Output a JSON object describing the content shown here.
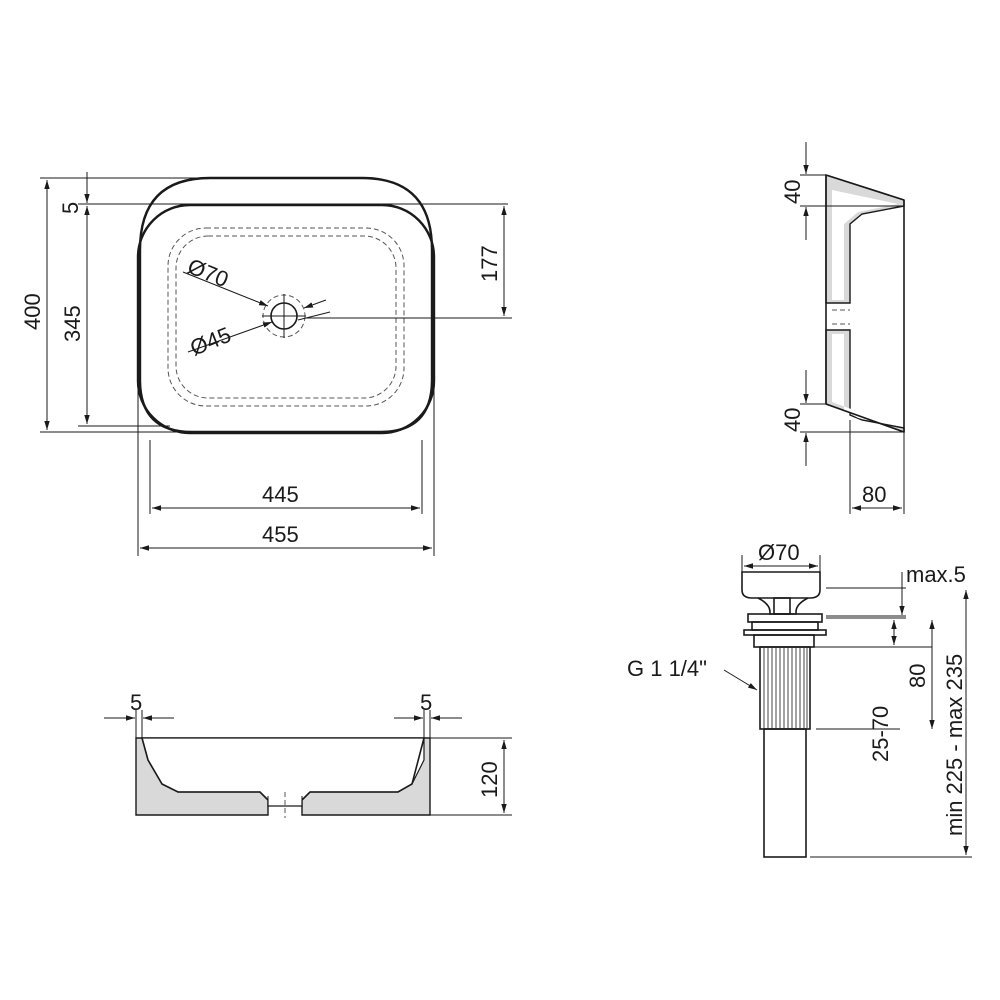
{
  "top_view": {
    "height_outer": "400",
    "height_inner": "345",
    "rim": "5",
    "drain_offset": "177",
    "width_inner": "445",
    "width_outer": "455",
    "drain_outer_diameter": "Ø70",
    "drain_inner_diameter": "Ø45"
  },
  "side_view": {
    "top_height": "40",
    "bottom_height": "40",
    "depth": "80"
  },
  "front_section": {
    "rim_left": "5",
    "rim_right": "5",
    "height": "120"
  },
  "drain_detail": {
    "cap_diameter": "Ø70",
    "cap_gap": "max.5",
    "thread_label": "G 1 1/4\"",
    "thread_length": "80",
    "adjust_range": "25-70",
    "total_length": "min 225 - max 235"
  }
}
